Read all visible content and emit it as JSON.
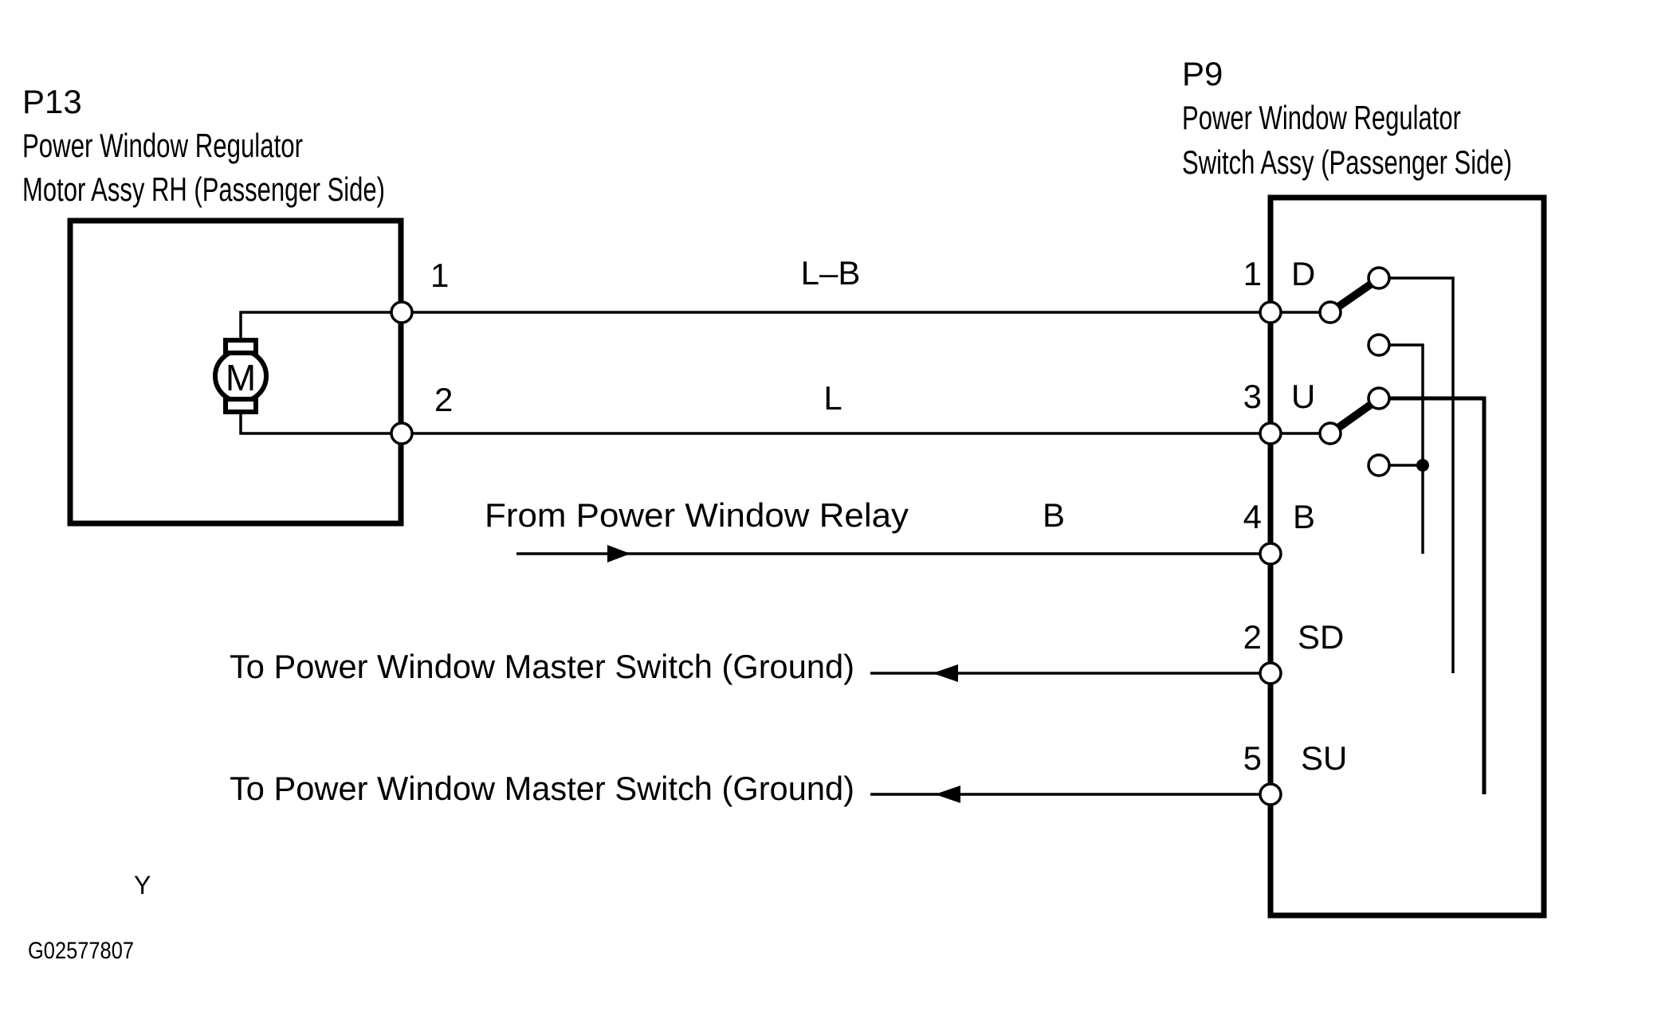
{
  "left_connector": {
    "code": "P13",
    "title_line1": "Power Window Regulator",
    "title_line2": "Motor Assy RH (Passenger Side)",
    "motor_label": "M",
    "pin1_number": "1",
    "pin2_number": "2"
  },
  "right_connector": {
    "code": "P9",
    "title_line1": "Power Window Regulator",
    "title_line2": "Switch Assy (Passenger Side)",
    "pins": [
      {
        "number": "1",
        "name": "D"
      },
      {
        "number": "3",
        "name": "U"
      },
      {
        "number": "4",
        "name": "B"
      },
      {
        "number": "2",
        "name": "SD"
      },
      {
        "number": "5",
        "name": "SU"
      }
    ]
  },
  "wires": {
    "wire1_color": "L–B",
    "wire2_color": "L",
    "relay_wire_color": "B",
    "relay_source_label": "From Power Window Relay",
    "ground1_label": "To Power Window Master Switch (Ground)",
    "ground2_label": "To Power Window Master Switch (Ground)"
  },
  "footer": {
    "page_marker": "Y",
    "figure_code": "G02577807"
  },
  "colors": {
    "ink": "#000000",
    "paper": "#ffffff"
  }
}
